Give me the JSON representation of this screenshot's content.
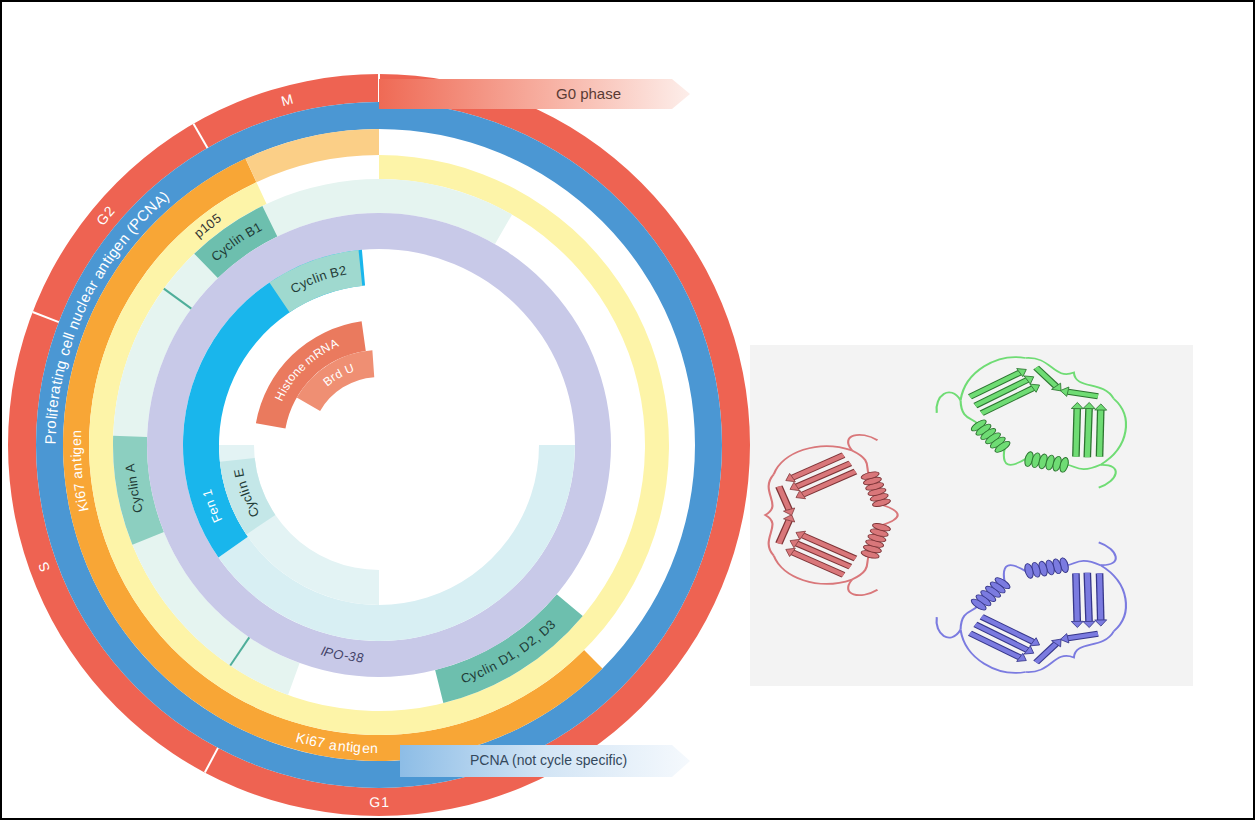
{
  "diagram": {
    "labels": [
      "G0 phase",
      "M",
      "G2",
      "S",
      "G1",
      "Proliferating cell nuclear antigen (PCNA)",
      "Ki67 antigen",
      "p105",
      "Cyclin B1",
      "Cyclin B2",
      "Brd U",
      "Histone mRNA",
      "Cyclin E",
      "Cyclin A",
      "Fen 1",
      "IPO-38",
      "Cyclin D1, D2, D3",
      "Ki67 antigen",
      "PCNA (not cycle specific)"
    ]
  }
}
